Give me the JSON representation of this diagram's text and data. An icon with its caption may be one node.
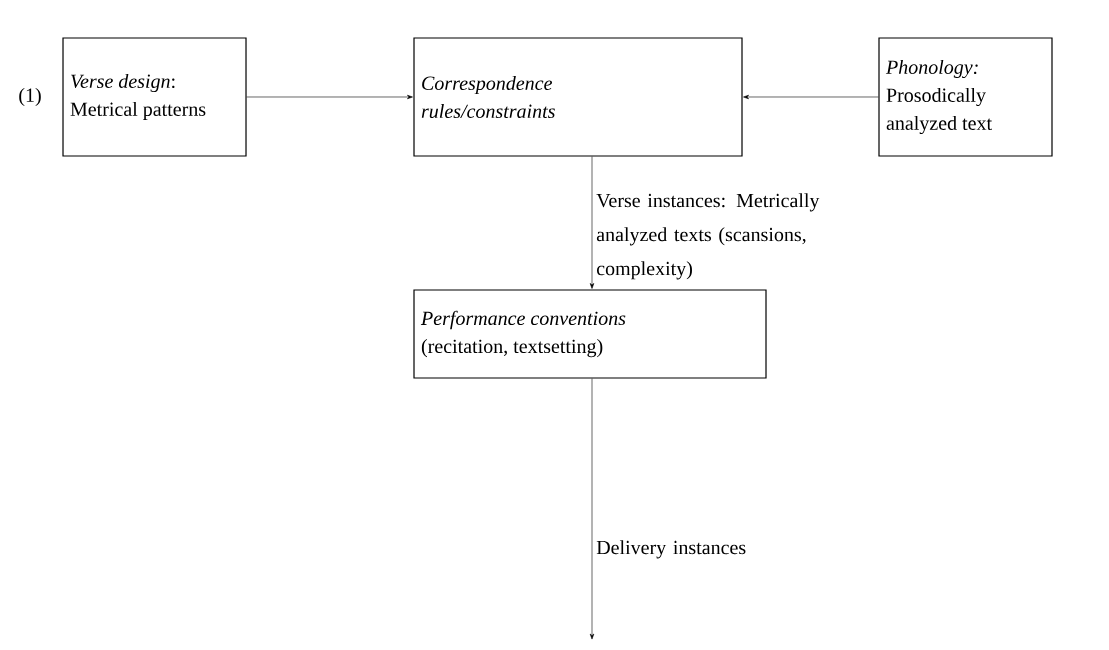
{
  "diagram": {
    "nodes": [
      {
        "text": [
          "*Verse design*:",
          "Metrical patterns"
        ]
      },
      {
        "text": [
          "Correspondence rules/constraints"
        ]
      },
      {
        "text": [
          "Phonology:",
          "Prosodically analyzed text"
        ]
      },
      {
        "text": [
          "Performance conventions",
          "(recitation, textsetting)"
        ]
      }
    ],
    "edges": [
      {
        "from": 0,
        "to": 1,
        "arrow": "to"
      },
      {
        "from": 2,
        "to": 1,
        "arrow": "to"
      },
      {
        "from": 1,
        "to": 3,
        "arrow": "to",
        "label": "Verse instances: Metrically analyzed texts (scansions, complexity)"
      },
      {
        "from": 3,
        "to": null,
        "arrow": "to",
        "label": "Delivery instances"
      }
    ],
    "labels": [
      "(1)"
    ]
  }
}
